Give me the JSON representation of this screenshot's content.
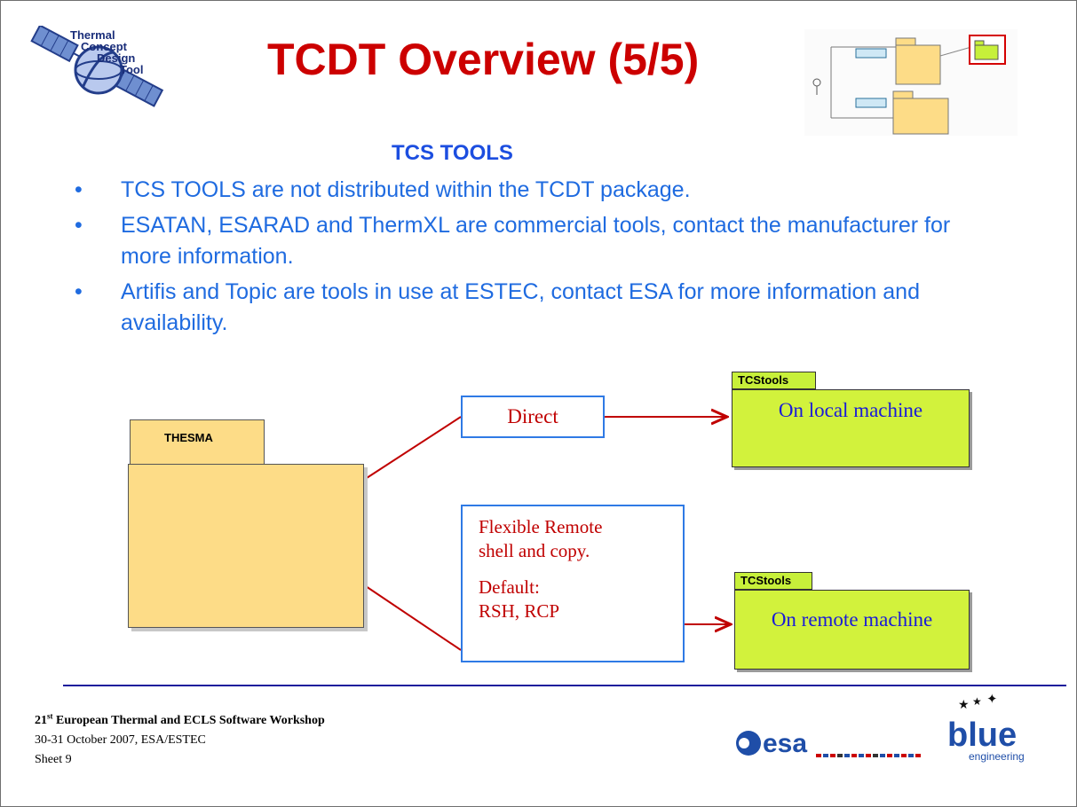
{
  "logo": {
    "line1": "Thermal",
    "line2": "Concept",
    "line3": "Design",
    "line4": "Tool"
  },
  "title": "TCDT Overview (5/5)",
  "subtitle": "TCS TOOLS",
  "bullets": [
    "TCS TOOLS are not distributed within the TCDT package.",
    "ESATAN, ESARAD and ThermXL are commercial tools, contact the manufacturer for more information.",
    "Artifis and Topic are tools in use at ESTEC, contact ESA for more information and availability."
  ],
  "bullet_symbol": "•",
  "diagram": {
    "thesma_label": "THESMA",
    "direct_label": "Direct",
    "remote_line1": "Flexible Remote",
    "remote_line2": "shell and copy.",
    "remote_line3": "Default:",
    "remote_line4": "RSH, RCP",
    "tcstools_top_tab": "TCStools",
    "tcstools_top_text": "On local machine",
    "tcstools_bottom_tab": "TCStools",
    "tcstools_bottom_text": "On remote machine"
  },
  "footer": {
    "line1_num": "21",
    "line1_sup": "st",
    "line1_rest": " European Thermal and ECLS Software Workshop",
    "line2": "30-31 October 2007, ESA/ESTEC",
    "line3": "Sheet 9"
  },
  "esa_logo_text": "esa",
  "blue_logo_text": "blue",
  "blue_logo_sub": "engineering",
  "colors": {
    "title": "#cc0000",
    "bullet_text": "#1f6be0",
    "subtitle": "#1c4ee0",
    "package_yellow": "#fddc87",
    "tcs_green": "#d2f23c",
    "arrow_red": "#c00000"
  }
}
